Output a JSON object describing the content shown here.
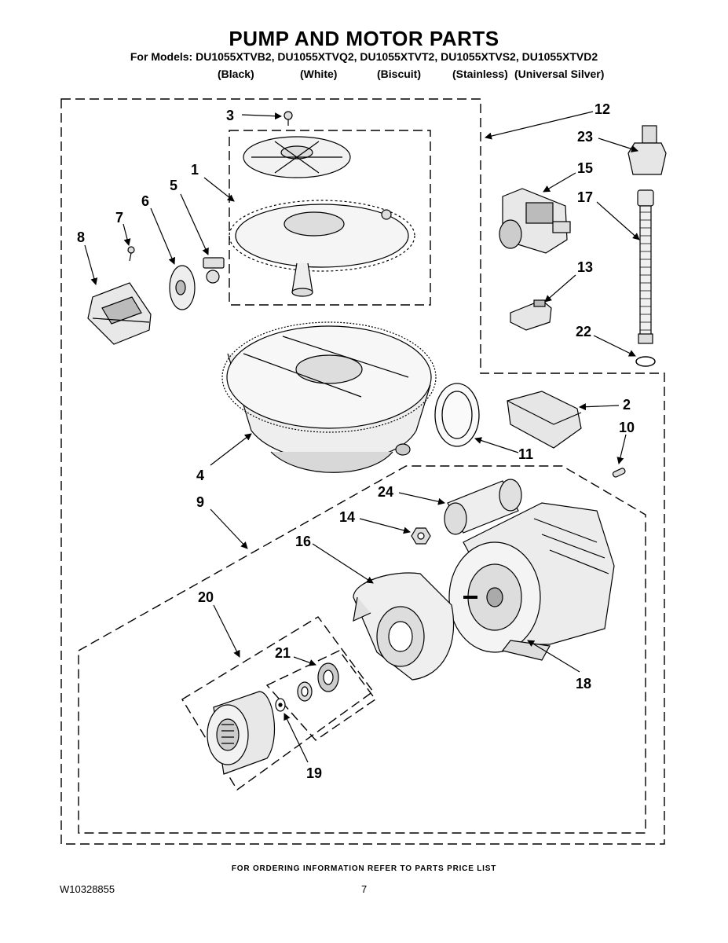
{
  "header": {
    "title": "PUMP AND MOTOR PARTS",
    "models": "For Models: DU1055XTVB2, DU1055XTVQ2, DU1055XTVT2, DU1055XTVS2, DU1055XTVD2",
    "finishes": [
      "(Black)",
      "(White)",
      "(Biscuit)",
      "(Stainless)",
      "(Universal Silver)"
    ]
  },
  "callouts": {
    "c1": "1",
    "c2": "2",
    "c3": "3",
    "c4": "4",
    "c5": "5",
    "c6": "6",
    "c7": "7",
    "c8": "8",
    "c9": "9",
    "c10": "10",
    "c11": "11",
    "c12": "12",
    "c13": "13",
    "c14": "14",
    "c15": "15",
    "c16": "16",
    "c17": "17",
    "c18": "18",
    "c19": "19",
    "c20": "20",
    "c21": "21",
    "c22": "22",
    "c23": "23",
    "c24": "24"
  },
  "footer": {
    "ordering_note": "FOR ORDERING INFORMATION REFER TO PARTS PRICE LIST",
    "document_number": "W10328855",
    "page_number": "7"
  }
}
